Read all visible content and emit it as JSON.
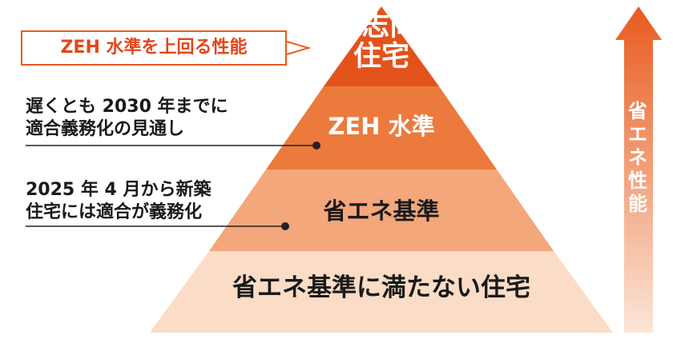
{
  "callout": {
    "text": "ZEH 水準を上回る性能"
  },
  "pyramid": {
    "top": {
      "line1": "GX志向型",
      "line2": "住宅"
    },
    "tier2": "ZEH 水準",
    "tier3": "省エネ基準",
    "tier4": "省エネ基準に満たない住宅"
  },
  "notes": [
    {
      "line1": "遅くとも 2030 年までに",
      "line2": "適合義務化の見通し"
    },
    {
      "line1": "2025 年 4 月から新築",
      "line2": "住宅には適合が義務化"
    }
  ],
  "arrow": {
    "label": [
      "省",
      "エ",
      "ネ",
      "性",
      "能"
    ]
  },
  "colors": {
    "tier1": "#e4521b",
    "tier2": "#ec7a3c",
    "tier3": "#f3a77a",
    "tier4": "#fbdcc6",
    "arrow_top": "#e85a1e",
    "arrow_bottom": "#fbe6d8",
    "callout": "#e85a1e",
    "note_line": "#222222",
    "top_text": "#ffffff"
  }
}
